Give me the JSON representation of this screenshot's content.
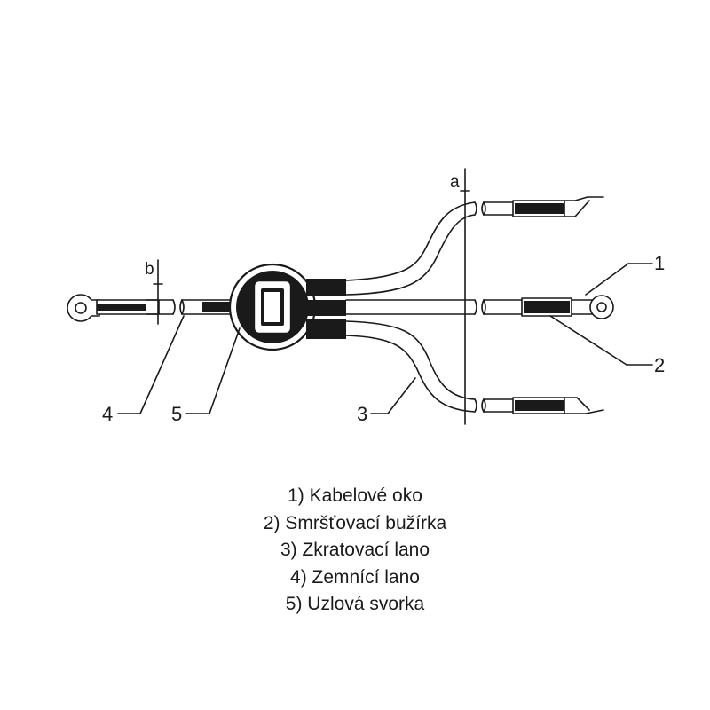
{
  "dimensions": {
    "a": "a",
    "b": "b"
  },
  "callouts": [
    "1",
    "2",
    "3",
    "4",
    "5"
  ],
  "legend": [
    "1) Kabelové oko",
    "2) Smršťovací bužírka",
    "3) Zkratovací lano",
    "4) Zemnící lano",
    "5) Uzlová svorka"
  ],
  "colors": {
    "line": "#1a1a1a",
    "background": "#ffffff"
  }
}
